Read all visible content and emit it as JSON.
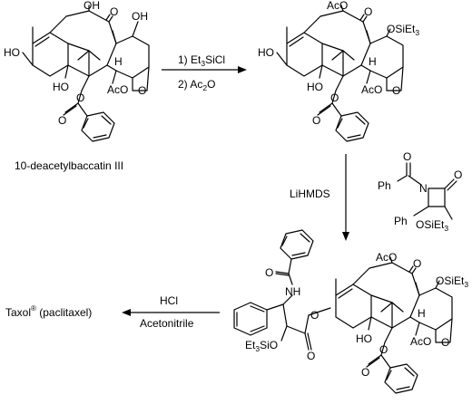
{
  "start_material": {
    "name": "10-deacetylbaccatin III",
    "atoms": {
      "oh_top": "OH",
      "o_ketone": "O",
      "oh_c7": "OH",
      "ho_c13": "HO",
      "h": "H",
      "oh_c1": "HO",
      "aco": "AcO",
      "o_oxetane": "O",
      "o_ester": "O",
      "o_carbonyl": "O"
    }
  },
  "step1": {
    "reagent_line1_pre": "1) Et",
    "reagent_line1_sub": "3",
    "reagent_line1_post": "SiCl",
    "reagent_line2_pre": "2) Ac",
    "reagent_line2_sub": "2",
    "reagent_line2_post": "O"
  },
  "intermediate": {
    "atoms": {
      "aco_top": "AcO",
      "o_ketone": "O",
      "osiet3_pre": "OSiEt",
      "osiet3_sub": "3",
      "ho_c13": "HO",
      "h": "H",
      "oh_c1": "HO",
      "aco": "AcO",
      "o_oxetane": "O",
      "o_ester": "O",
      "o_carbonyl": "O"
    }
  },
  "step2": {
    "reagent": "LiHMDS",
    "lactam_atoms": {
      "ph_co": "Ph",
      "o": "O",
      "n": "N",
      "o_lactam": "O",
      "ph": "Ph",
      "osiet3_pre": "OSiEt",
      "osiet3_sub": "3"
    }
  },
  "coupled": {
    "atoms": {
      "nh": "NH",
      "o_amide": "O",
      "o_ester": "O",
      "o_link": "O",
      "et3sio_pre": "Et",
      "et3sio_sub": "3",
      "et3sio_post": "SiO",
      "aco_top": "AcO",
      "o_ketone": "O",
      "osiet3_pre": "OSiEt",
      "osiet3_sub": "3",
      "h": "H",
      "ho": "HO",
      "aco": "AcO",
      "o_oxetane": "O",
      "o_bz": "O",
      "o_bz_carbonyl": "O"
    }
  },
  "step3": {
    "reagent_line1": "HCl",
    "reagent_line2": "Acetonitrile"
  },
  "product": {
    "name_pre": "Taxol",
    "name_sup": "®",
    "name_post": " (paclitaxel)"
  }
}
